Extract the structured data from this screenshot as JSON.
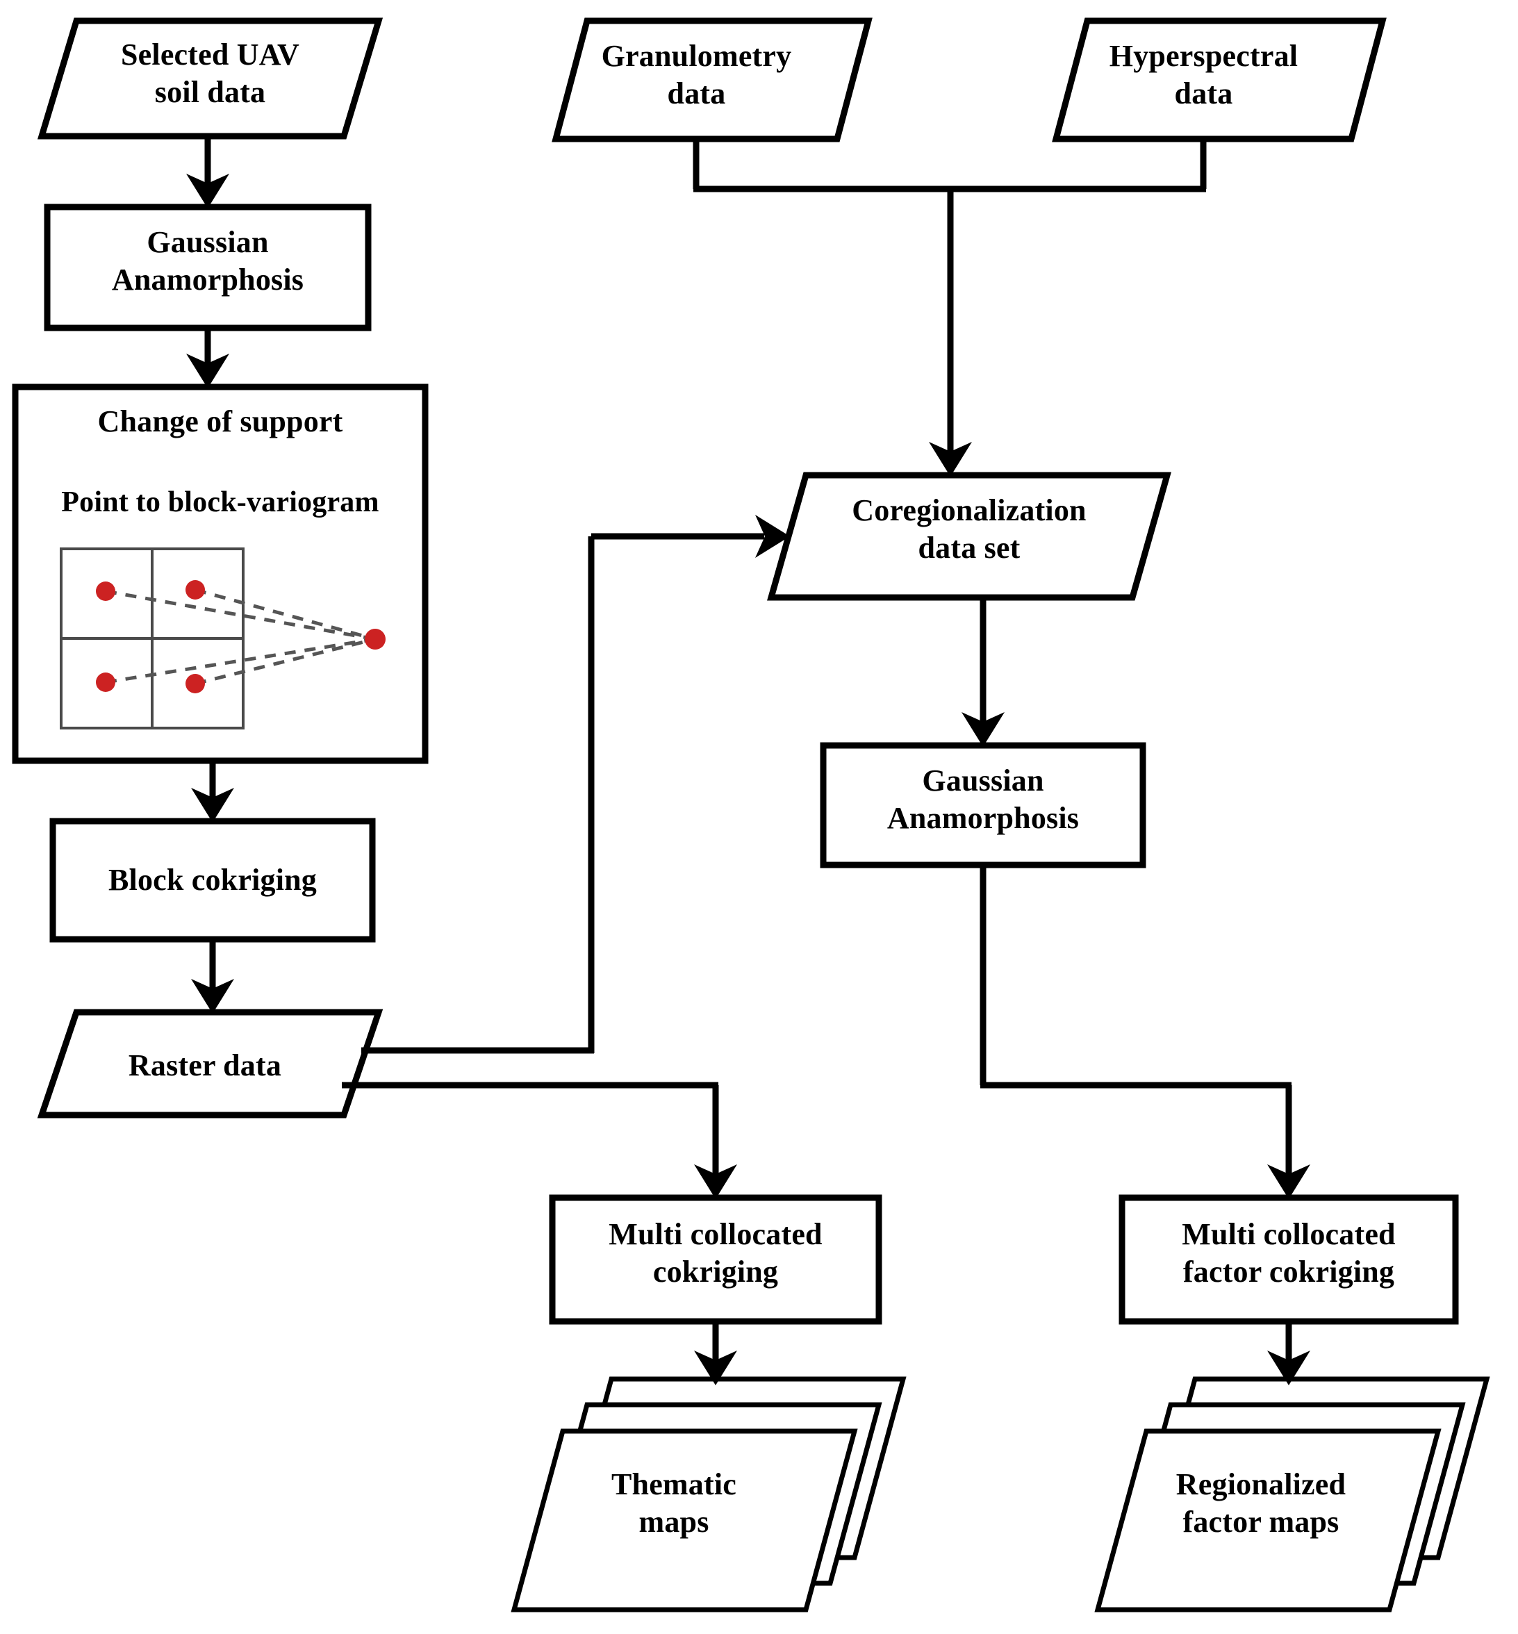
{
  "diagram": {
    "title": "Geostatistical soil mapping workflow",
    "colors": {
      "stroke": "#000000",
      "background": "#ffffff",
      "point_marker": "#cc2222",
      "grid_line": "#4a4a4a",
      "dashed_line": "#555555"
    },
    "nodes": [
      {
        "id": "selected-uav-soil-data",
        "shape": "parallelogram",
        "label": "Selected UAV\nsoil data"
      },
      {
        "id": "gaussian-anamorphosis-left",
        "shape": "rectangle",
        "label": "Gaussian\nAnamorphosis"
      },
      {
        "id": "change-of-support",
        "shape": "rectangle",
        "title": "Change of support",
        "subtitle": "Point to block-variogram"
      },
      {
        "id": "block-cokriging",
        "shape": "rectangle",
        "label": "Block cokriging"
      },
      {
        "id": "raster-data",
        "shape": "parallelogram",
        "label": "Raster data"
      },
      {
        "id": "granulometry-data",
        "shape": "parallelogram",
        "label": "Granulometry\ndata"
      },
      {
        "id": "hyperspectral-data",
        "shape": "parallelogram",
        "label": "Hyperspectral\ndata"
      },
      {
        "id": "coregionalization-data-set",
        "shape": "parallelogram",
        "label": "Coregionalization\ndata set"
      },
      {
        "id": "gaussian-anamorphosis-right",
        "shape": "rectangle",
        "label": "Gaussian\nAnamorphosis"
      },
      {
        "id": "multi-collocated-cokriging",
        "shape": "rectangle",
        "label": "Multi collocated\ncokriging"
      },
      {
        "id": "multi-collocated-factor-cokriging",
        "shape": "rectangle",
        "label": "Multi collocated\nfactor cokriging"
      },
      {
        "id": "thematic-maps",
        "shape": "stacked-parallelogram",
        "label": "Thematic\nmaps"
      },
      {
        "id": "regionalized-factor-maps",
        "shape": "stacked-parallelogram",
        "label": "Regionalized\nfactor maps"
      }
    ],
    "edges": [
      {
        "from": "selected-uav-soil-data",
        "to": "gaussian-anamorphosis-left",
        "type": "arrow"
      },
      {
        "from": "gaussian-anamorphosis-left",
        "to": "change-of-support",
        "type": "arrow"
      },
      {
        "from": "change-of-support",
        "to": "block-cokriging",
        "type": "arrow"
      },
      {
        "from": "block-cokriging",
        "to": "raster-data",
        "type": "arrow"
      },
      {
        "from": "granulometry-data",
        "to": "coregionalization-data-set",
        "type": "arrow"
      },
      {
        "from": "hyperspectral-data",
        "to": "coregionalization-data-set",
        "type": "arrow"
      },
      {
        "from": "raster-data",
        "to": "coregionalization-data-set",
        "type": "arrow"
      },
      {
        "from": "coregionalization-data-set",
        "to": "gaussian-anamorphosis-right",
        "type": "arrow"
      },
      {
        "from": "raster-data",
        "to": "multi-collocated-cokriging",
        "type": "arrow"
      },
      {
        "from": "gaussian-anamorphosis-right",
        "to": "multi-collocated-factor-cokriging",
        "type": "arrow"
      },
      {
        "from": "multi-collocated-cokriging",
        "to": "thematic-maps",
        "type": "arrow"
      },
      {
        "from": "multi-collocated-factor-cokriging",
        "to": "regionalized-factor-maps",
        "type": "arrow"
      }
    ],
    "variogram_inset": {
      "description": "2x2 block grid with four red sample points linked by dashed lines to one external red point",
      "block_points": 4,
      "external_points": 1,
      "grid_rows": 2,
      "grid_cols": 2
    },
    "labels": {
      "selected_uav_soil_data": "Selected UAV\nsoil data",
      "gaussian_anamorphosis_left": "Gaussian\nAnamorphosis",
      "change_of_support_title": "Change of support",
      "change_of_support_subtitle": "Point to block-variogram",
      "block_cokriging": "Block cokriging",
      "raster_data": "Raster data",
      "granulometry_data": "Granulometry\ndata",
      "hyperspectral_data": "Hyperspectral\ndata",
      "coregionalization_data_set": "Coregionalization\ndata set",
      "gaussian_anamorphosis_right": "Gaussian\nAnamorphosis",
      "multi_collocated_cokriging": "Multi collocated\ncokriging",
      "multi_collocated_factor_cokriging": "Multi collocated\nfactor cokriging",
      "thematic_maps": "Thematic\nmaps",
      "regionalized_factor_maps": "Regionalized\nfactor maps"
    }
  }
}
